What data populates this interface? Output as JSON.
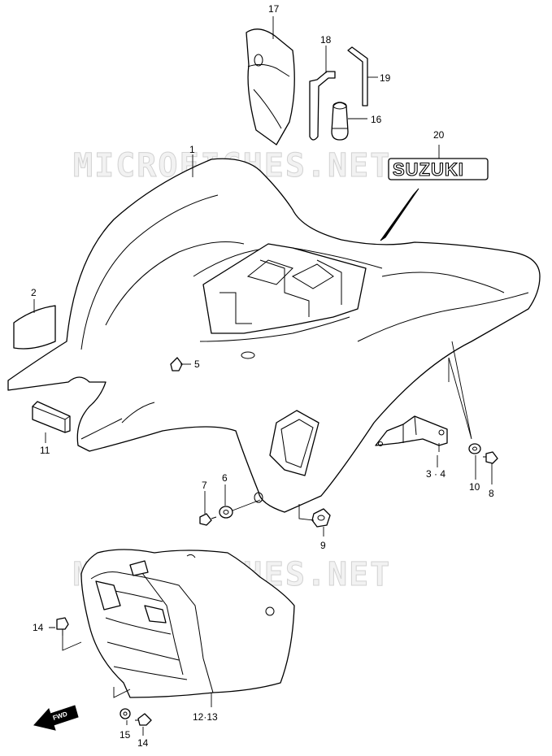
{
  "watermarks": [
    "MICROFICHES.NET",
    "MICROFICHES.NET"
  ],
  "brand_emblem": "SUZUKI",
  "direction_indicator": "FWD",
  "callouts": {
    "p1": "1",
    "p2": "2",
    "p3_4": "3 · 4",
    "p5": "5",
    "p6": "6",
    "p7": "7",
    "p8": "8",
    "p9": "9",
    "p10": "10",
    "p11": "11",
    "p12_13": "12·13",
    "p14a": "14",
    "p14b": "14",
    "p15": "15",
    "p16": "16",
    "p17": "17",
    "p18": "18",
    "p19": "19",
    "p20": "20"
  }
}
